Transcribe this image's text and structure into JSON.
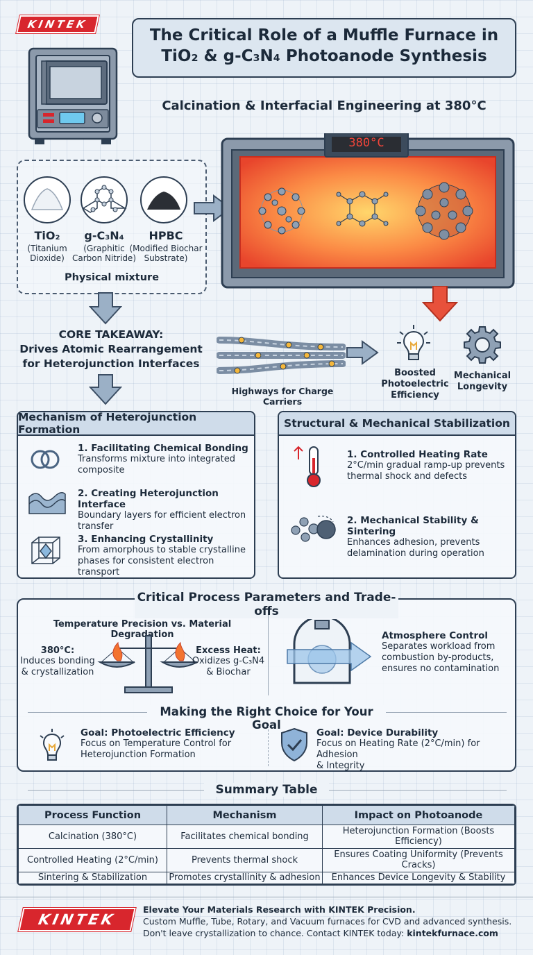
{
  "brand": {
    "name": "KINTEK"
  },
  "title": {
    "line1": "The Critical Role of a Muffle Furnace in",
    "line2": "TiO₂ & g-C₃N₄ Photoanode Synthesis"
  },
  "subtitle": "Calcination & Interfacial Engineering at 380°C",
  "furnace": {
    "display": "380°C"
  },
  "materials": {
    "items": [
      {
        "name": "TiO₂",
        "desc1": "(Titanium",
        "desc2": "Dioxide)"
      },
      {
        "name": "g-C₃N₄",
        "desc1": "(Graphitic",
        "desc2": "Carbon Nitride)"
      },
      {
        "name": "HPBC",
        "desc1": "(Modified Biochar",
        "desc2": "Substrate)"
      }
    ],
    "caption": "Physical mixture"
  },
  "takeaway": {
    "line1": "CORE TAKEAWAY:",
    "line2": "Drives Atomic Rearrangement",
    "line3": "for Heterojunction Interfaces"
  },
  "highways": "Highways for Charge Carriers",
  "outcomes": {
    "efficiency": [
      "Boosted",
      "Photoelectric",
      "Efficiency"
    ],
    "longevity": [
      "Mechanical",
      "Longevity"
    ]
  },
  "mechanism": {
    "title": "Mechanism of Heterojunction Formation",
    "items": [
      {
        "title": "1. Facilitating Chemical Bonding",
        "line1": "Transforms mixture into integrated",
        "line2": "composite"
      },
      {
        "title": "2. Creating Heterojunction Interface",
        "line1": "Boundary layers for efficient electron",
        "line2": "transfer"
      },
      {
        "title": "3. Enhancing Crystallinity",
        "line1": "From amorphous to stable crystalline",
        "line2": "phases for consistent electron transport"
      }
    ]
  },
  "stabilization": {
    "title": "Structural & Mechanical Stabilization",
    "items": [
      {
        "title": "1. Controlled Heating Rate",
        "line1": "2°C/min gradual ramp-up prevents",
        "line2": "thermal shock and defects"
      },
      {
        "title": "2. Mechanical Stability & Sintering",
        "line1": "Enhances adhesion, prevents",
        "line2": "delamination during operation"
      }
    ]
  },
  "params": {
    "title": "Critical Process Parameters and Trade-offs",
    "tradeoff_title": "Temperature Precision vs. Material Degradation",
    "left_label": "380°C:",
    "left_line1": "Induces bonding",
    "left_line2": "& crystallization",
    "right_label": "Excess Heat:",
    "right_line1": "Oxidizes g-C₃N4",
    "right_line2": "& Biochar",
    "atmo_title": "Atmosphere Control",
    "atmo_line1": "Separates workload from",
    "atmo_line2": "combustion by-products,",
    "atmo_line3": "ensures no contamination"
  },
  "choice": {
    "title": "Making the Right Choice for Your Goal",
    "goal1_title": "Goal: Photoelectric Efficiency",
    "goal1_line1": "Focus on Temperature Control for",
    "goal1_line2": "Heterojunction Formation",
    "goal2_title": "Goal: Device Durability",
    "goal2_line1": "Focus on Heating Rate (2°C/min) for Adhesion",
    "goal2_line2": "& Integrity"
  },
  "summary": {
    "title": "Summary Table",
    "headers": [
      "Process Function",
      "Mechanism",
      "Impact on Photoanode"
    ],
    "rows": [
      [
        "Calcination (380°C)",
        "Facilitates chemical bonding",
        "Heterojunction Formation (Boosts Efficiency)"
      ],
      [
        "Controlled Heating (2°C/min)",
        "Prevents thermal shock",
        "Ensures Coating Uniformity (Prevents Cracks)"
      ],
      [
        "Sintering & Stabilization",
        "Promotes crystallinity & adhesion",
        "Enhances Device Longevity & Stability"
      ]
    ]
  },
  "footer": {
    "line1": "Elevate Your Materials Research with KINTEK Precision.",
    "line2": "Custom Muffle, Tube, Rotary, and Vacuum furnaces for CVD and advanced synthesis.",
    "line3_prefix": "Don't leave crystallization to chance. Contact KINTEK today: ",
    "line3_link": "kintekfurnace.com"
  }
}
